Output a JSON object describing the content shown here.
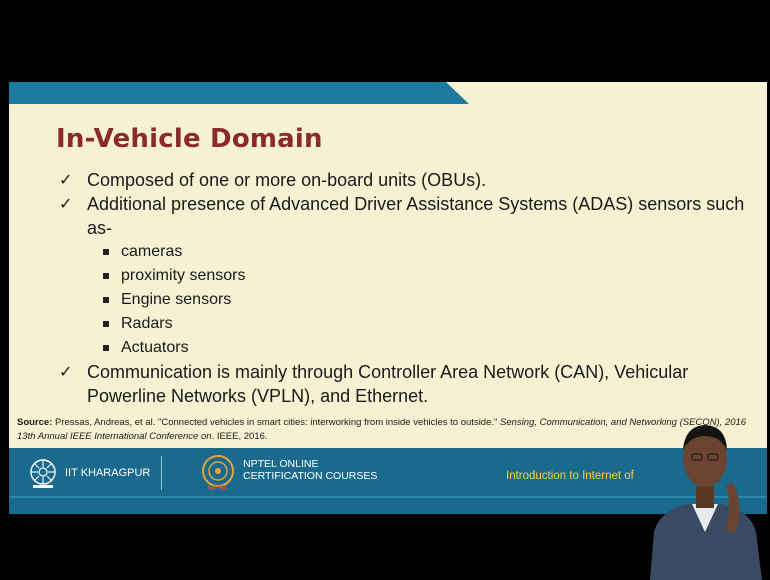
{
  "slide": {
    "title": "In-Vehicle Domain",
    "bullets": [
      "Composed of one or more on-board units (OBUs).",
      "Additional presence of Advanced Driver Assistance Systems (ADAS) sensors such as-",
      "Communication is mainly through Controller Area Network (CAN), Vehicular Powerline Networks (VPLN), and Ethernet."
    ],
    "sub_bullets": [
      "cameras",
      "proximity sensors",
      "Engine sensors",
      "Radars",
      "Actuators"
    ],
    "source": {
      "label": "Source:",
      "text": " Pressas, Andreas, et al. \"Connected vehicles in smart cities: interworking from inside vehicles to outside.\" ",
      "venue": "Sensing, Communication, and Networking (SECON), 2016 13th Annual IEEE International Conference on",
      "tail": ". IEEE, 2016."
    }
  },
  "footer": {
    "iit_label": "IIT KHARAGPUR",
    "nptel_line1": "NPTEL ONLINE",
    "nptel_line2": "CERTIFICATION COURSES",
    "nptel_logo_text": "NPTEL",
    "course_title": "Introduction to Internet of"
  },
  "colors": {
    "slide_bg": "#f6f1d2",
    "title": "#8b2a2a",
    "footer_bg": "#1a6a8e",
    "accent_bar": "#1d7aa0",
    "course_text": "#f2d33c"
  }
}
